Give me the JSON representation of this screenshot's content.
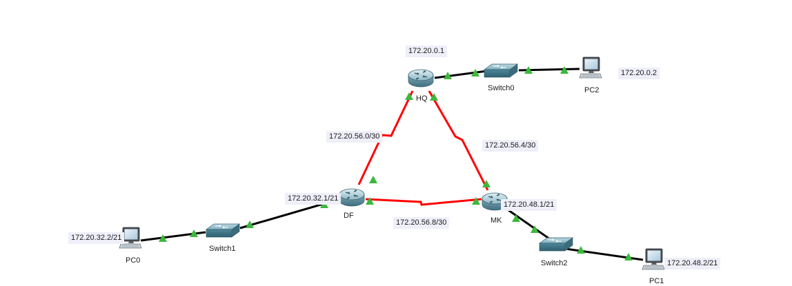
{
  "colors": {
    "serial_link": "#ff0000",
    "ethernet_link": "#000000",
    "link_up": "#3cb83c",
    "label_bg": "#eeeff8"
  },
  "devices": {
    "hq": {
      "name": "HQ",
      "icon": "router-icon"
    },
    "df": {
      "name": "DF",
      "icon": "router-icon"
    },
    "mk": {
      "name": "MK",
      "icon": "router-icon"
    },
    "switch0": {
      "name": "Switch0",
      "icon": "switch-icon"
    },
    "switch1": {
      "name": "Switch1",
      "icon": "switch-icon"
    },
    "switch2": {
      "name": "Switch2",
      "icon": "switch-icon"
    },
    "pc0": {
      "name": "PC0",
      "icon": "pc-icon"
    },
    "pc1": {
      "name": "PC1",
      "icon": "pc-icon"
    },
    "pc2": {
      "name": "PC2",
      "icon": "pc-icon"
    }
  },
  "labels": {
    "hq_ip": "172.20.0.1",
    "pc2_ip": "172.20.0.2",
    "hq_df": "172.20.56.0/30",
    "hq_mk": "172.20.56.4/30",
    "df_mk": "172.20.56.8/30",
    "df_ip": "172.20.32.1/21",
    "mk_ip": "172.20.48.1/21",
    "pc0_ip": "172.20.32.2/21",
    "pc1_ip": "172.20.48.2/21"
  },
  "links": [
    {
      "from": "hq",
      "to": "df",
      "type": "serial"
    },
    {
      "from": "hq",
      "to": "mk",
      "type": "serial"
    },
    {
      "from": "df",
      "to": "mk",
      "type": "serial"
    },
    {
      "from": "hq",
      "to": "switch0",
      "type": "ethernet"
    },
    {
      "from": "switch0",
      "to": "pc2",
      "type": "ethernet"
    },
    {
      "from": "df",
      "to": "switch1",
      "type": "ethernet"
    },
    {
      "from": "switch1",
      "to": "pc0",
      "type": "ethernet"
    },
    {
      "from": "mk",
      "to": "switch2",
      "type": "ethernet"
    },
    {
      "from": "switch2",
      "to": "pc1",
      "type": "ethernet"
    }
  ]
}
